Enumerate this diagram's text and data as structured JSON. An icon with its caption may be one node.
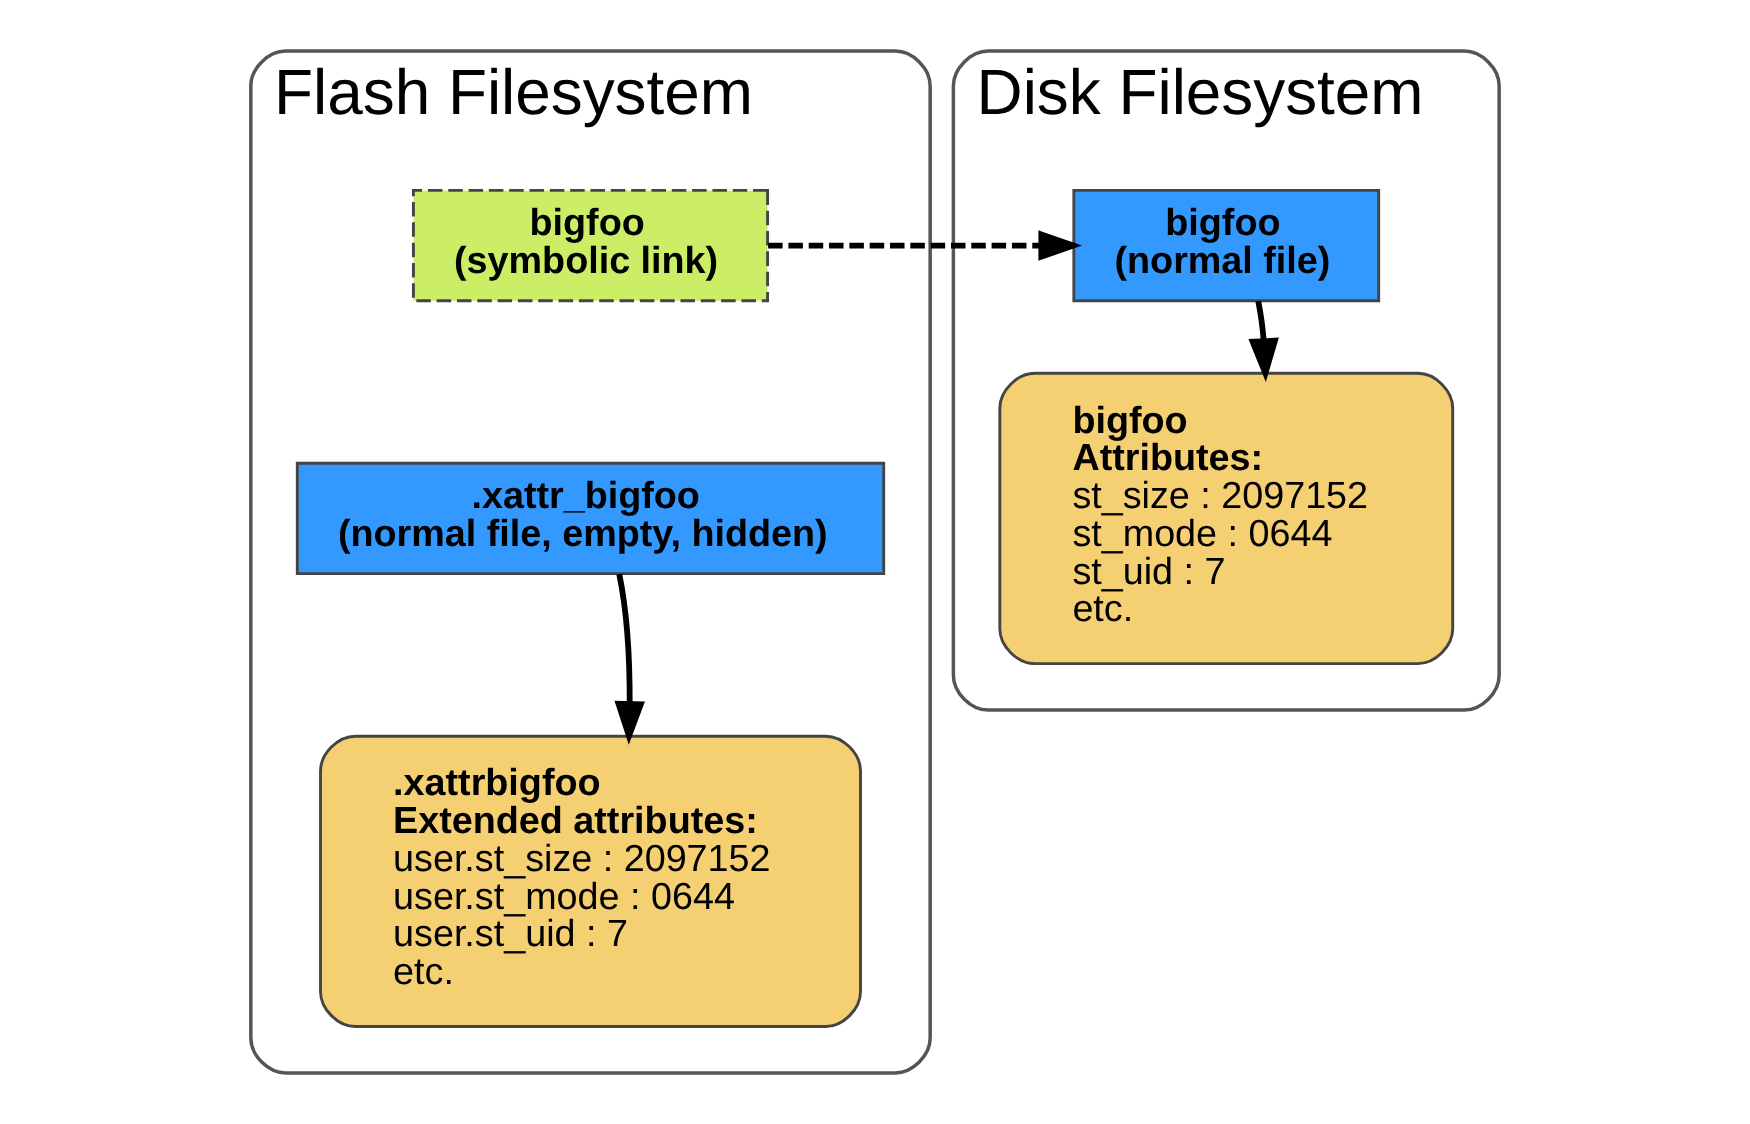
{
  "diagram": {
    "nodes": [
      {
        "text": [
          "Flash Filesystem"
        ]
      },
      {
        "text": [
          "bigfoo (symbolic link)"
        ],
        "in": 0
      },
      {
        "text": [
          ".xattr_bigfoo (normal file, empty, hidden)"
        ],
        "in": 0
      },
      {
        "text": [
          ".xattrbigfoo",
          "Extended attributes:",
          "user.st_size : 2097152",
          "user.st_mode : 0644",
          "user.st_uid : 7",
          "etc."
        ],
        "in": 0
      },
      {
        "text": [
          "Disk Filesystem"
        ]
      },
      {
        "text": [
          "bigfoo (normal file)"
        ],
        "in": 4
      },
      {
        "text": [
          "bigfoo",
          "Attributes:",
          "st_size : 2097152",
          "st_mode : 0644",
          "st_uid : 7",
          "etc."
        ],
        "in": 4
      }
    ],
    "edges": [
      {
        "from": 1,
        "to": 5,
        "arrow": "to",
        "style": "dashed"
      },
      {
        "from": 5,
        "to": 6,
        "arrow": "to"
      },
      {
        "from": 2,
        "to": 3,
        "arrow": "to"
      }
    ]
  }
}
